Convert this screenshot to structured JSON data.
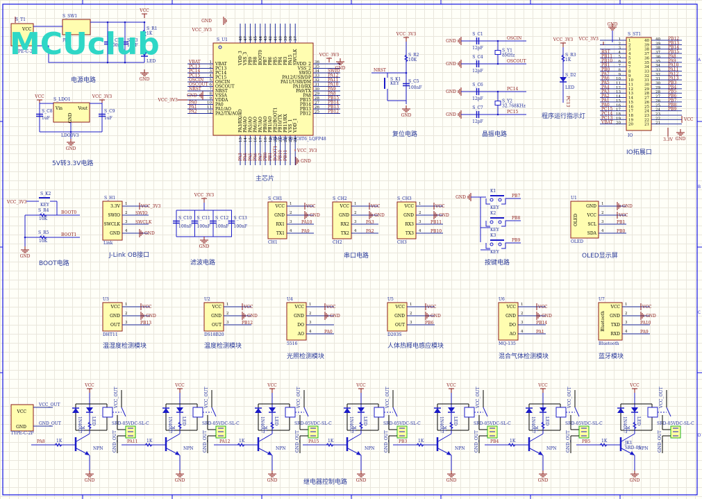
{
  "watermark": "MCUclub",
  "frame": {
    "column_markers": [
      "1",
      "2",
      "3",
      "4",
      "5",
      "6",
      "7",
      "8"
    ],
    "row_markers": [
      "A",
      "B",
      "C",
      "D"
    ]
  },
  "sections": {
    "power": "电源电路",
    "ldo": "5V转3.3V电路",
    "mcu": "主芯片",
    "reset": "复位电路",
    "crystal": "晶振电路",
    "led": "程序运行指示灯",
    "io": "IO拓展口",
    "boot": "BOOT电路",
    "jlink": "J-Link OB接口",
    "filter": "滤波电路",
    "uart": "串口电路",
    "keys": "按键电路",
    "oled": "OLED显示屏",
    "dht": "温湿度检测模块",
    "ds18": "温度检测模块",
    "light": "光照检测模块",
    "pir": "人体热释电感应模块",
    "gas": "混合气体检测模块",
    "bt": "蓝牙模块",
    "relay": "继电器控制电路"
  },
  "power_circuit": {
    "conn": {
      "ref": "S_T1",
      "pin": "VCC",
      "part": "TYPE-C-2P"
    },
    "switch": {
      "ref": "S_SW1",
      "value": "开关"
    },
    "caps": [
      {
        "ref": "S_C2",
        "value": "100nF"
      },
      {
        "ref": "S_C3",
        "value": "10uF"
      }
    ],
    "resistor": {
      "ref": "S_R1",
      "value": "1K"
    },
    "led": {
      "ref": "S_D1",
      "value": "LED"
    },
    "vcc": "VCC",
    "gnd": "GND"
  },
  "ldo_circuit": {
    "ref": "S_LDO1",
    "part": "LDO3V3",
    "pin_in": "Vin",
    "pin_out": "Vout",
    "pin_gnd": "GND",
    "cin": {
      "ref": "S_C8",
      "value": "1uF"
    },
    "cout": {
      "ref": "S_C9",
      "value": "1uF"
    },
    "vin": "VCC",
    "vout": "VCC_3V3",
    "gnd": "GND"
  },
  "mcu": {
    "ref": "S_U1",
    "part": "STM32F103C8T6_LQFP48",
    "left_pins": [
      {
        "num": "1",
        "name": "VBAT",
        "net": "VBAT"
      },
      {
        "num": "2",
        "name": "PC13",
        "net": "PC13"
      },
      {
        "num": "3",
        "name": "PC14",
        "net": "PC14"
      },
      {
        "num": "4",
        "name": "PC15",
        "net": "PC15"
      },
      {
        "num": "5",
        "name": "OSCIN",
        "net": "OSCIN"
      },
      {
        "num": "6",
        "name": "OSCOUT",
        "net": "OSCOUT"
      },
      {
        "num": "7",
        "name": "NRST",
        "net": "NRST"
      },
      {
        "num": "8",
        "name": "VSSA",
        "net": "GND"
      },
      {
        "num": "9",
        "name": "VDDA",
        "net": "VCC_3V3"
      },
      {
        "num": "10",
        "name": "PA0",
        "net": "PA0"
      },
      {
        "num": "11",
        "name": "PA1/AO",
        "net": "PA1"
      },
      {
        "num": "12",
        "name": "PA2/TX/AO",
        "net": "PA2"
      }
    ],
    "right_pins": [
      {
        "num": "36",
        "name": "VDD_2",
        "net": "VCC_3V3"
      },
      {
        "num": "35",
        "name": "VSS_2",
        "net": "GND"
      },
      {
        "num": "34",
        "name": "SWIO",
        "net": "SWIO"
      },
      {
        "num": "33",
        "name": "PA12/USB/DP",
        "net": "PA12"
      },
      {
        "num": "32",
        "name": "PA11/USB/DM",
        "net": "PA11"
      },
      {
        "num": "31",
        "name": "PA10/RX",
        "net": "PA10"
      },
      {
        "num": "30",
        "name": "PA9/TX",
        "net": "PA9"
      },
      {
        "num": "29",
        "name": "PA8",
        "net": "PA8"
      },
      {
        "num": "28",
        "name": "PB15",
        "net": "PB15"
      },
      {
        "num": "27",
        "name": "PB14",
        "net": "PB14"
      },
      {
        "num": "26",
        "name": "PB13",
        "net": "PB13"
      },
      {
        "num": "25",
        "name": "PB12",
        "net": "PB12"
      }
    ],
    "top_pins": [
      {
        "num": "48",
        "name": "VDD_3"
      },
      {
        "num": "47",
        "name": "VSS_3"
      },
      {
        "num": "46",
        "name": "PB9"
      },
      {
        "num": "45",
        "name": "PB8"
      },
      {
        "num": "44",
        "name": "BOOT0"
      },
      {
        "num": "43",
        "name": "PB7"
      },
      {
        "num": "42",
        "name": "PB6"
      },
      {
        "num": "41",
        "name": "PB5"
      },
      {
        "num": "40",
        "name": "PB4"
      },
      {
        "num": "39",
        "name": "PB3"
      },
      {
        "num": "38",
        "name": "PA15"
      },
      {
        "num": "37",
        "name": "SWCLK"
      }
    ],
    "bottom_pins": [
      {
        "num": "13",
        "name": "PA3/RX/AO",
        "net": "PA3"
      },
      {
        "num": "14",
        "name": "PA4/AO",
        "net": "PA4"
      },
      {
        "num": "15",
        "name": "PA5/AO",
        "net": "PA5"
      },
      {
        "num": "16",
        "name": "PA6/AO",
        "net": "PA6"
      },
      {
        "num": "17",
        "name": "PA7/AO",
        "net": "PA7"
      },
      {
        "num": "18",
        "name": "PB0/AO",
        "net": "PB0"
      },
      {
        "num": "19",
        "name": "PB1/AO",
        "net": "PB1"
      },
      {
        "num": "20",
        "name": "PB2/BOOT1",
        "net": "BOOT1"
      },
      {
        "num": "21",
        "name": "PB10/TX",
        "net": "PB10"
      },
      {
        "num": "22",
        "name": "PB11/RX",
        "net": "PB11"
      },
      {
        "num": "23",
        "name": "VSS_1",
        "net": "GND"
      },
      {
        "num": "24",
        "name": "VDD_1",
        "net": "VCC_3V3"
      }
    ],
    "gnd": "GND",
    "vcc": "VCC_3V3"
  },
  "reset_circuit": {
    "vcc": "VCC_3V3",
    "net": "NRST",
    "resistor": {
      "ref": "S_R2",
      "value": "10K"
    },
    "key": {
      "ref": "S_K1",
      "value": "KEY"
    },
    "cap": {
      "ref": "S_C5",
      "value": "100nF"
    },
    "gnd": "GND"
  },
  "crystal_circuit": {
    "caps": [
      {
        "ref": "S_C1",
        "value": "12pF",
        "net": "OSCIN"
      },
      {
        "ref": "S_C4",
        "value": "12pF",
        "net": "OSCOUT"
      },
      {
        "ref": "S_C6",
        "value": "12pF",
        "net": "PC14"
      },
      {
        "ref": "S_C7",
        "value": "12pF",
        "net": "PC15"
      }
    ],
    "crystals": [
      {
        "ref": "S_Y1",
        "value": "8MHz"
      },
      {
        "ref": "S_Y2",
        "value": "32.768KHz"
      }
    ],
    "gnd": "GND"
  },
  "led_circuit": {
    "vcc": "VCC_3V3",
    "resistor": {
      "ref": "S_R3",
      "value": "1K"
    },
    "led": {
      "ref": "S_D2",
      "value": "LED"
    },
    "net": "PC13"
  },
  "io_header": {
    "ref": "S_ST1",
    "part": "IO",
    "top_gnd": "GND",
    "vcc": "VCC_3V3",
    "left": [
      {
        "num": "1",
        "net": ""
      },
      {
        "num": "2",
        "net": ""
      },
      {
        "num": "3",
        "net": ""
      },
      {
        "num": "4",
        "net": "RST"
      },
      {
        "num": "5",
        "net": "PB11"
      },
      {
        "num": "6",
        "net": "PB10"
      },
      {
        "num": "7",
        "net": "PB1"
      },
      {
        "num": "8",
        "net": "PB0"
      },
      {
        "num": "9",
        "net": "PA7"
      },
      {
        "num": "10",
        "net": "PA6"
      },
      {
        "num": "11",
        "net": "PA5"
      },
      {
        "num": "12",
        "net": "PA4"
      },
      {
        "num": "13",
        "net": "PA3"
      },
      {
        "num": "14",
        "net": "PA2"
      },
      {
        "num": "15",
        "net": "PA1"
      },
      {
        "num": "16",
        "net": "PA0"
      },
      {
        "num": "17",
        "net": "PC15"
      },
      {
        "num": "18",
        "net": "PC14"
      },
      {
        "num": "19",
        "net": "PC13"
      },
      {
        "num": "20",
        "net": "VBAT"
      }
    ],
    "right": [
      {
        "num": "40",
        "net": "PB12"
      },
      {
        "num": "39",
        "net": "PB13"
      },
      {
        "num": "38",
        "net": "PB14"
      },
      {
        "num": "37",
        "net": "PB15"
      },
      {
        "num": "36",
        "net": "PA8"
      },
      {
        "num": "35",
        "net": "PA9"
      },
      {
        "num": "34",
        "net": "PA10"
      },
      {
        "num": "33",
        "net": "PA11"
      },
      {
        "num": "32",
        "net": "PA12"
      },
      {
        "num": "31",
        "net": "PA13"
      },
      {
        "num": "30",
        "net": "PB3"
      },
      {
        "num": "29",
        "net": "PB4"
      },
      {
        "num": "28",
        "net": "PB5"
      },
      {
        "num": "27",
        "net": "PB6"
      },
      {
        "num": "26",
        "net": "PB7"
      },
      {
        "num": "25",
        "net": "PB8"
      },
      {
        "num": "24",
        "net": "PB9"
      },
      {
        "num": "23",
        "net": "VCC"
      },
      {
        "num": "22",
        "net": ""
      },
      {
        "num": "21",
        "net": "3.3V"
      }
    ],
    "gnd": "GND",
    "v33": "3.3V"
  },
  "boot_circuit": {
    "vcc": "VCC_3V3",
    "key": {
      "ref": "S_K2",
      "value": "KEY"
    },
    "r4": {
      "ref": "S_R4",
      "value": "10K",
      "net": "BOOT0"
    },
    "r5": {
      "ref": "S_R5",
      "value": "10K",
      "net": "BOOT1"
    },
    "gnd": "GND"
  },
  "jlink": {
    "ref": "S_H1",
    "part": "Link",
    "pins": [
      {
        "num": "1",
        "name": "3.3V",
        "net": "VCC_3V3"
      },
      {
        "num": "2",
        "name": "SWIO",
        "net": "SWIO"
      },
      {
        "num": "3",
        "name": "SWCLK",
        "net": "SWCLK"
      },
      {
        "num": "4",
        "name": "GND",
        "net": "GND"
      }
    ]
  },
  "filter_circuit": {
    "vcc": "VCC_3V3",
    "gnd": "GND",
    "caps": [
      {
        "ref": "S_C10",
        "value": "100nF"
      },
      {
        "ref": "S_C11",
        "value": "100nF"
      },
      {
        "ref": "S_C12",
        "value": "100nF"
      },
      {
        "ref": "S_C13",
        "value": "100nF"
      }
    ]
  },
  "uart_ports": [
    {
      "ref": "S_CH1",
      "part": "CH1",
      "pins": [
        {
          "num": "1",
          "name": "VCC",
          "net": "VCC"
        },
        {
          "num": "2",
          "name": "GND",
          "net": "GND"
        },
        {
          "num": "3",
          "name": "RX1",
          "net": "PA10"
        },
        {
          "num": "4",
          "name": "TX1",
          "net": "PA9"
        }
      ]
    },
    {
      "ref": "S_CH2",
      "part": "CH2",
      "pins": [
        {
          "num": "1",
          "name": "VCC",
          "net": "VCC"
        },
        {
          "num": "2",
          "name": "GND",
          "net": "GND"
        },
        {
          "num": "3",
          "name": "RX2",
          "net": "PA3"
        },
        {
          "num": "4",
          "name": "TX2",
          "net": "PA2"
        }
      ]
    },
    {
      "ref": "S_CH3",
      "part": "CH3",
      "pins": [
        {
          "num": "1",
          "name": "VCC",
          "net": "VCC"
        },
        {
          "num": "2",
          "name": "GND",
          "net": "GND"
        },
        {
          "num": "3",
          "name": "RX3",
          "net": "PB11"
        },
        {
          "num": "4",
          "name": "TX3",
          "net": "PB10"
        }
      ]
    }
  ],
  "keys": {
    "gnd": "GND",
    "items": [
      {
        "ref": "K1",
        "value": "KEY",
        "net": "PB7"
      },
      {
        "ref": "K2",
        "value": "KEY",
        "net": "PB8"
      },
      {
        "ref": "K3",
        "value": "KEY",
        "net": "PB9"
      }
    ]
  },
  "oled": {
    "ref": "U1",
    "part": "OLED",
    "body": "OLED",
    "pins": [
      {
        "num": "1",
        "name": "GND",
        "net": "GND"
      },
      {
        "num": "2",
        "name": "VCC",
        "net": "VCC"
      },
      {
        "num": "3",
        "name": "SCL",
        "net": "PB1"
      },
      {
        "num": "4",
        "name": "SDA",
        "net": "PB0"
      }
    ]
  },
  "modules": [
    {
      "ref": "U3",
      "part": "DHT11",
      "body": "",
      "pins": [
        {
          "num": "1",
          "name": "VCC",
          "net": "VCC"
        },
        {
          "num": "2",
          "name": "GND",
          "net": "GND"
        },
        {
          "num": "3",
          "name": "OUT",
          "net": "PB13"
        }
      ],
      "title_key": "dht"
    },
    {
      "ref": "U2",
      "part": "DS18B20",
      "body": "",
      "pins": [
        {
          "num": "1",
          "name": "VCC",
          "net": "VCC"
        },
        {
          "num": "2",
          "name": "GND",
          "net": "GND"
        },
        {
          "num": "3",
          "name": "OUT",
          "net": "PB12"
        }
      ],
      "title_key": "ds18"
    },
    {
      "ref": "U4",
      "part": "5516",
      "body": "",
      "pins": [
        {
          "num": "1",
          "name": "VCC",
          "net": "VCC"
        },
        {
          "num": "2",
          "name": "GND",
          "net": "GND"
        },
        {
          "num": "3",
          "name": "DO",
          "net": ""
        },
        {
          "num": "4",
          "name": "AO",
          "net": "PA0"
        }
      ],
      "title_key": "light"
    },
    {
      "ref": "U5",
      "part": "D203S",
      "body": "",
      "pins": [
        {
          "num": "1",
          "name": "VCC",
          "net": "VCC"
        },
        {
          "num": "2",
          "name": "GND",
          "net": "GND"
        },
        {
          "num": "3",
          "name": "OUT",
          "net": "PB6"
        }
      ],
      "title_key": "pir"
    },
    {
      "ref": "U6",
      "part": "MQ-135",
      "body": "",
      "pins": [
        {
          "num": "1",
          "name": "VCC",
          "net": "VCC"
        },
        {
          "num": "2",
          "name": "GND",
          "net": "GND"
        },
        {
          "num": "3",
          "name": "DO",
          "net": "PB14"
        },
        {
          "num": "4",
          "name": "AO",
          "net": "PA1"
        }
      ],
      "title_key": "gas"
    },
    {
      "ref": "U7",
      "part": "Bluetooth",
      "body": "Bluetooth",
      "pins": [
        {
          "num": "1",
          "name": "VCC",
          "net": "VCC"
        },
        {
          "num": "2",
          "name": "GND",
          "net": "GND"
        },
        {
          "num": "3",
          "name": "TXD",
          "net": "PA10"
        },
        {
          "num": "4",
          "name": "RXD",
          "net": "PA9"
        }
      ],
      "title_key": "bt"
    }
  ],
  "relay_power": {
    "part": "TYPE-C-2P",
    "pin_vcc": "VCC",
    "pin_gnd": "GND",
    "net_vcc": "VCC_OUT",
    "net_gnd": "GND_OUT"
  },
  "relays": {
    "vcc": "VCC",
    "gnd": "GND",
    "vcc_out": "VCC_OUT",
    "gnd_out": "GND_OUT",
    "relay_part": "SRD-05VDC-SL-C",
    "diode": "1N4007",
    "led": "LED",
    "r_led": "1K",
    "r_base": "1K",
    "transistor": "NPN",
    "channels": [
      {
        "net": "PA8"
      },
      {
        "net": "PA11"
      },
      {
        "net": "PA12"
      },
      {
        "net": "PA15"
      },
      {
        "net": "PB3"
      },
      {
        "net": "PB4"
      },
      {
        "net": "PB5"
      }
    ],
    "last_connector": {
      "ref": "JK1",
      "part": "SRD-05"
    }
  }
}
